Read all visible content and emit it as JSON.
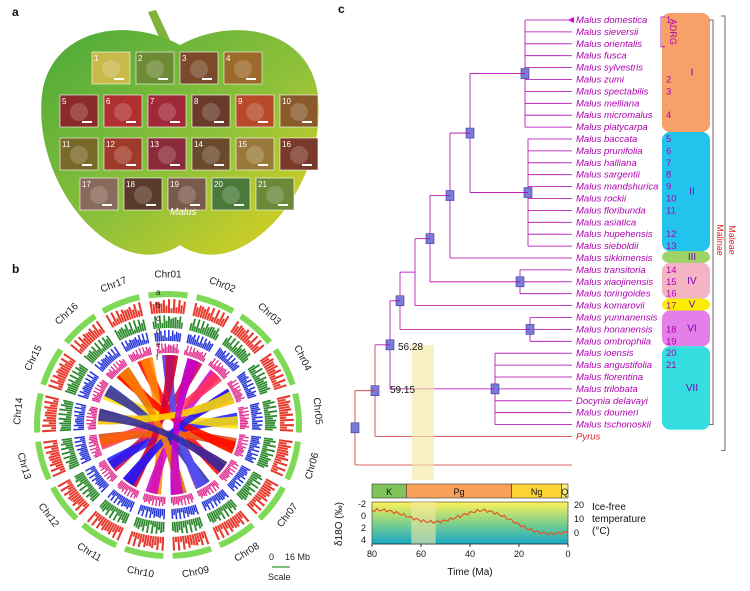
{
  "panels": {
    "a": "a",
    "b": "b",
    "c": "c"
  },
  "apple": {
    "genus": "Malus",
    "photo_numbers": [
      "1",
      "2",
      "3",
      "4",
      "5",
      "6",
      "7",
      "8",
      "9",
      "10",
      "11",
      "12",
      "13",
      "14",
      "15",
      "16",
      "17",
      "18",
      "19",
      "20",
      "21"
    ]
  },
  "circos": {
    "chromosomes": [
      "Chr01",
      "Chr02",
      "Chr03",
      "Chr04",
      "Chr05",
      "Chr06",
      "Chr07",
      "Chr08",
      "Chr09",
      "Chr10",
      "Chr11",
      "Chr12",
      "Chr13",
      "Chr14",
      "Chr15",
      "Chr16",
      "Chr17"
    ],
    "track_letters": [
      "a",
      "b",
      "c",
      "d",
      "e",
      "f"
    ],
    "scale_value": "16 Mb",
    "scale_zero": "0",
    "scale_label": "Scale"
  },
  "tree": {
    "species": [
      {
        "name": "Malus domestica",
        "num": "1"
      },
      {
        "name": "Malus sieversii",
        "num": ""
      },
      {
        "name": "Malus orientalis",
        "num": ""
      },
      {
        "name": "Malus fusca",
        "num": ""
      },
      {
        "name": "Malus sylvestris",
        "num": ""
      },
      {
        "name": "Malus zumi",
        "num": "2"
      },
      {
        "name": "Malus spectabilis",
        "num": "3"
      },
      {
        "name": "Malus melliana",
        "num": ""
      },
      {
        "name": "Malus micromalus",
        "num": "4"
      },
      {
        "name": "Malus platycarpa",
        "num": ""
      },
      {
        "name": "Malus baccata",
        "num": "5"
      },
      {
        "name": "Malus prunifolia",
        "num": "6"
      },
      {
        "name": "Malus halliana",
        "num": "7"
      },
      {
        "name": "Malus sargentii",
        "num": "8"
      },
      {
        "name": "Malus mandshurica",
        "num": "9"
      },
      {
        "name": "Malus rockii",
        "num": "10"
      },
      {
        "name": "Malus floribunda",
        "num": "11"
      },
      {
        "name": "Malus asiatica",
        "num": ""
      },
      {
        "name": "Malus hupehensis",
        "num": "12"
      },
      {
        "name": "Malus sieboldii",
        "num": "13"
      },
      {
        "name": "Malus sikkimensis",
        "num": ""
      },
      {
        "name": "Malus transitoria",
        "num": "14"
      },
      {
        "name": "Malus xiaojinensis",
        "num": "15"
      },
      {
        "name": "Malus toringoides",
        "num": "16"
      },
      {
        "name": "Malus komarovii",
        "num": "17"
      },
      {
        "name": "Malus yunnanensis",
        "num": ""
      },
      {
        "name": "Malus honanensis",
        "num": "18"
      },
      {
        "name": "Malus ombrophila",
        "num": "19"
      },
      {
        "name": "Malus ioensis",
        "num": "20"
      },
      {
        "name": "Malus angustifolia",
        "num": "21"
      },
      {
        "name": "Malus florentina",
        "num": ""
      },
      {
        "name": "Malus trilobata",
        "num": ""
      },
      {
        "name": "Docynia delavayi",
        "num": ""
      },
      {
        "name": "Malus doumeri",
        "num": ""
      },
      {
        "name": "Malus tschonoskii",
        "num": ""
      },
      {
        "name": "Pyrus",
        "num": ""
      }
    ],
    "clades": [
      "I",
      "II",
      "III",
      "IV",
      "V",
      "VI",
      "VII"
    ],
    "adrg": "ADRG",
    "bracket_inner": "Malinae",
    "bracket_outer": "Maleae",
    "node_ages": [
      "56.28",
      "59.15"
    ],
    "colors": {
      "I": "#f7a06a",
      "II": "#22c4ee",
      "III": "#9ed36a",
      "IV": "#f5b4c4",
      "V": "#f8f000",
      "VI": "#e47ee8",
      "VII": "#33dde0"
    }
  },
  "timescale": {
    "epochs": [
      "K",
      "Pg",
      "Ng",
      "Q"
    ],
    "xlabel": "Time (Ma)",
    "xticks": [
      "80",
      "60",
      "40",
      "20",
      "0"
    ],
    "ylabel": "δ18O (‰)",
    "yticks_left": [
      "-2",
      "0",
      "2",
      "4"
    ],
    "yticks_right": [
      "20",
      "10",
      "0"
    ],
    "right_label_1": "Ice-free",
    "right_label_2": "temperature",
    "right_label_3": "(°C)"
  }
}
